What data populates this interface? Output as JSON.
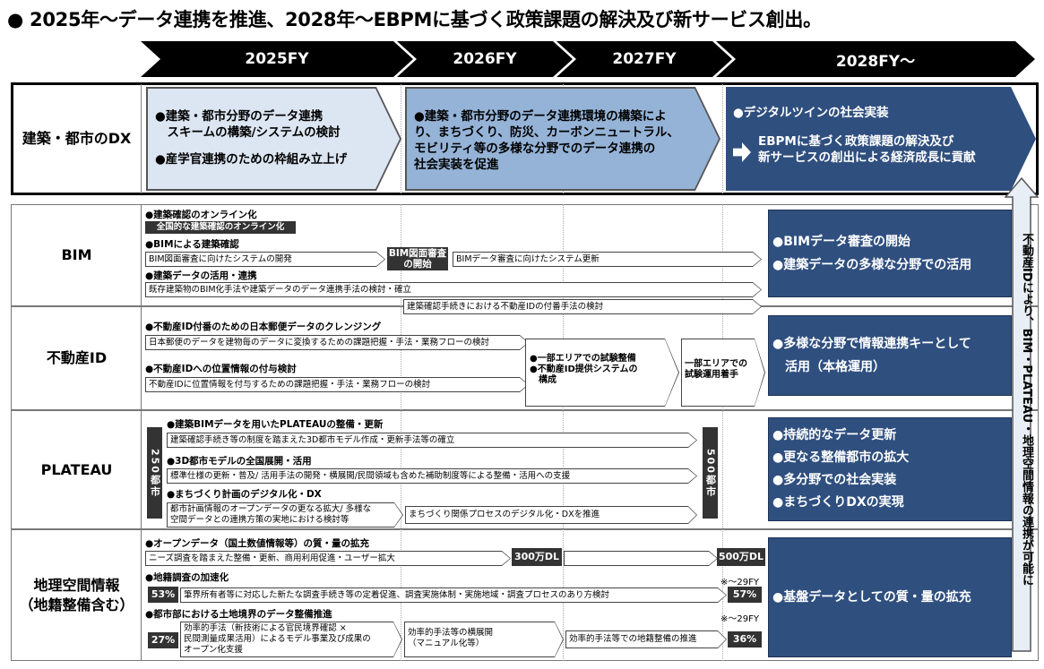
{
  "title": "●  2025年～データ連携を推進、2028年～EBPMに基づく政策課題の解決及び新サービス創出。",
  "timeline": [
    "2025FY",
    "2026FY",
    "2027FY",
    "2028FY～"
  ],
  "dx": {
    "label": "建築・都市のDX",
    "box1": [
      "●建築・都市分野のデータ連携",
      "　スキームの構築/システムの検討",
      "●産学官連携のための枠組み立上げ"
    ],
    "box2": [
      "●建築・都市分野のデータ連携環境の構築によ",
      "り、まちづくり、防災、カーボンニュートラル、",
      "モビリティ等の多様な分野でのデータ連携の",
      "社会実装を促進"
    ],
    "box3_title": "●デジタルツインの社会実装",
    "box3": [
      "EBPMに基づく政策課題の解決及び",
      "新サービスの創出による経済成長に貢献"
    ]
  },
  "bim": {
    "label": "BIM",
    "h1": "●建築確認のオンライン化",
    "tag1": "全国的な建築確認のオンライン化",
    "h2": "●BIMによる建築確認",
    "a1": "BIM図面審査に向けたシステムの開発",
    "tag2": "BIM図面審査の開始",
    "a2": "BIMデータ審査に向けたシステム更新",
    "h3": "●建築データの活用・連携",
    "a3": "既存建築物のBIM化手法や建築データのデータ連携手法の検討・確立",
    "a4": "建築確認手続きにおける不動産IDの付番手法の検討",
    "goals": [
      "●BIMデータ審査の開始",
      "●建築データの多様な分野での活用"
    ]
  },
  "fid": {
    "label": "不動産ID",
    "h1": "●不動産ID付番のための日本郵便データのクレンジング",
    "a1": "日本郵便のデータを建物毎のデータに変換するための課題把握・手法・業務フローの検討",
    "h2": "●不動産IDへの位置情報の付与検討",
    "a2": "不動産IDに位置情報を付与するための課題把握・手法・業務フローの検討",
    "b1": [
      "●一部エリアでの試験整備",
      "●不動産ID提供システムの",
      "　構成"
    ],
    "b2": [
      "一部エリアでの",
      "試験運用着手"
    ],
    "goals": [
      "●多様な分野で情報連携キーとして",
      "　活用（本格運用）"
    ]
  },
  "plateau": {
    "label": "PLATEAU",
    "city250": "250都市",
    "city500": "500都市",
    "h1": "●建築BIMデータを用いたPLATEAUの整備・更新",
    "a1": "建築確認手続き等の制度を踏まえた3D都市モデル作成・更新手法等の確立",
    "h2": "●3D都市モデルの全国展開・活用",
    "a2": "標準仕様の更新・普及/ 活用手法の開発・横展開/民間領域も含めた補助制度等による整備・活用への支援",
    "h3": "●まちづくり計画のデジタル化・DX",
    "a3": [
      "都市計画情報のオープンデータの更なる拡大/ 多様な",
      "空間データとの連携方策の実地における検討等"
    ],
    "a4": "まちづくり関係プロセスのデジタル化・DXを推進",
    "goals": [
      "●持続的なデータ更新",
      "●更なる整備都市の拡大",
      "●多分野での社会実装",
      "●まちづくりDXの実現"
    ]
  },
  "geo": {
    "label": [
      "地理空間情報",
      "（地籍整備含む）"
    ],
    "h1": "●オープンデータ（国土数値情報等）の質・量の拡充",
    "a1": "ニーズ調査を踏まえた整備・更新、商用利用促進・ユーザー拡大",
    "dl300": "300万DL",
    "dl500": "500万DL",
    "h2": "●地籍調査の加速化",
    "note1": "※～29FY",
    "p53": "53%",
    "a2": "筆界所有者等に対応した新たな調査手続き等の定着促進、調査実施体制・実施地域・調査プロセスのあり方検討",
    "p57": "57%",
    "h3": "●都市部における土地境界のデータ整備推進",
    "note2": "※～29FY",
    "p27": "27%",
    "a3": [
      "効率的手法（新技術による官民境界確認 ×",
      "民間測量成果活用）によるモデル事業及び成果の",
      "オープン化支援"
    ],
    "a4": [
      "効率的手法等の横展開",
      "（マニュアル化等）"
    ],
    "a5": "効率的手法等での地籍整備の推進",
    "p36": "36%",
    "goals": [
      "●基盤データとしての質・量の拡充"
    ]
  },
  "side": "不動産IDにより、BIM・PLATEAU・地理空間情報の連携が可能に",
  "colors": {
    "box1": "#dce6f2",
    "box2": "#95b3d7",
    "box3": "#2f4f7f",
    "dark": "#333333"
  }
}
